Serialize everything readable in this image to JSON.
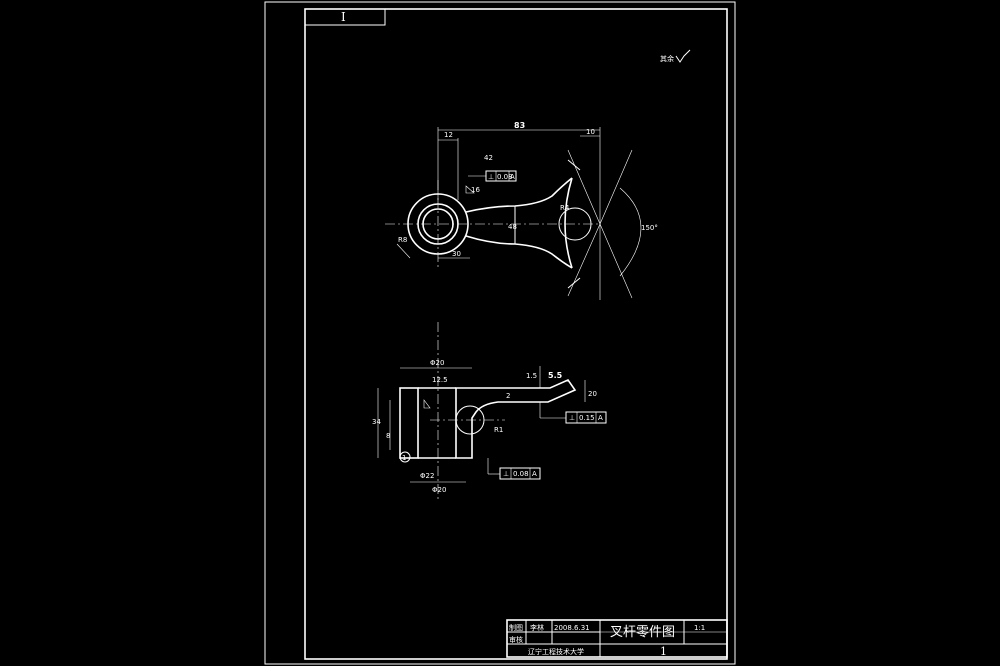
{
  "sheet": {
    "zone_label": "I",
    "roughness_note": "其余",
    "datum_label": "A",
    "view_marker": "1"
  },
  "top_view": {
    "dims": [
      "12",
      "83",
      "10",
      "30",
      "48",
      "16",
      "42",
      "R8",
      "R4",
      "150°"
    ],
    "tolerances": [
      {
        "symbol": "⊥",
        "value": "0.08",
        "datum": "A"
      }
    ]
  },
  "section_view": {
    "dims": [
      "Φ20",
      "1.5",
      "5.5",
      "12.5",
      "34",
      "8",
      "Φ22",
      "R1",
      "2",
      "20",
      "Φ20"
    ],
    "tolerances": [
      {
        "symbol": "⊥",
        "value": "0.15",
        "datum": "A"
      },
      {
        "symbol": "⊥",
        "value": "0.08",
        "datum": "A"
      }
    ]
  },
  "title_block": {
    "drawn_label": "制图",
    "checked_label": "审核",
    "drawn_name": "李林",
    "date": "2008.6.31",
    "part_name": "叉杆零件图",
    "scale": "1:1",
    "school": "辽宁工程技术大学",
    "sheet_no": "1"
  }
}
